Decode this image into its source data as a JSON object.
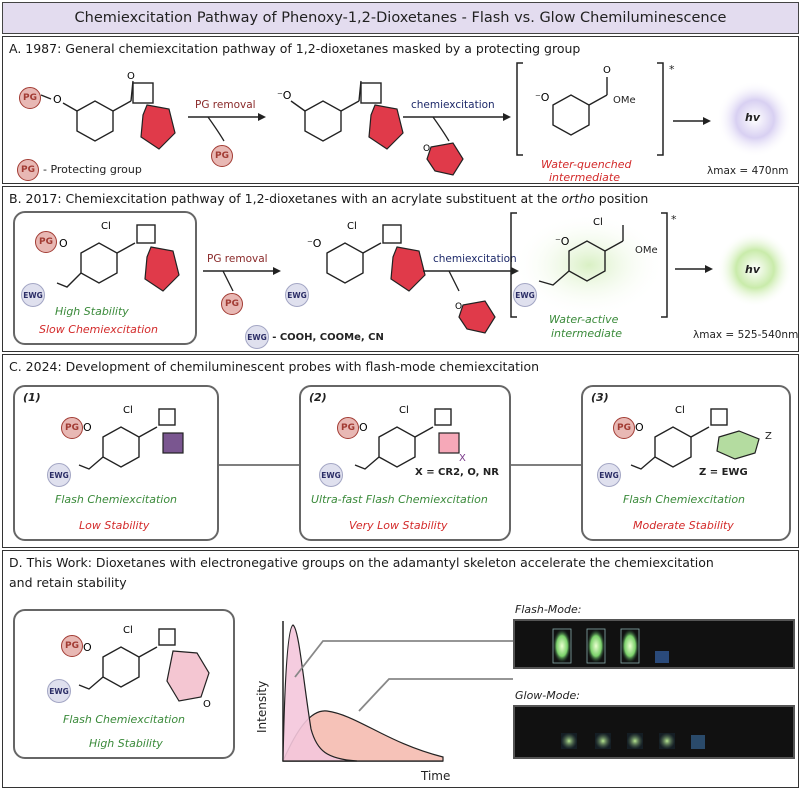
{
  "title": "Chemiexcitation Pathway of Phenoxy-1,2-Dioxetanes - Flash vs. Glow Chemiluminescence",
  "panelA": {
    "heading": "A. 1987: General chemiexcitation pathway of 1,2-dioxetanes masked by a protecting group",
    "pg": "PG",
    "pg_removal": "PG removal",
    "chemiexcitation": "chemiexcitation",
    "protecting_group_note": "- Protecting group",
    "ome": "OMe",
    "water_quenched": "Water-quenched",
    "intermediate": "intermediate",
    "hv": "hv",
    "lambda": "λmax = 470nm",
    "star": "*"
  },
  "panelB": {
    "heading_pre": "B. 2017: Chemiexcitation pathway of 1,2-dioxetanes with an acrylate substituent at the ",
    "heading_ortho": "ortho",
    "heading_post": " position",
    "pg": "PG",
    "ewg": "EWG",
    "cl": "Cl",
    "high_stability": "High Stability",
    "slow_chemiexcitation": "Slow Chemiexcitation",
    "pg_removal": "PG removal",
    "chemiexcitation": "chemiexcitation",
    "ewg_note": "- COOH, COOMe, CN",
    "ome": "OMe",
    "water_active": "Water-active",
    "intermediate": "intermediate",
    "hv": "hv",
    "lambda": "λmax = 525-540nm",
    "star": "*"
  },
  "panelC": {
    "heading": "C. 2024: Development of chemiluminescent probes with flash-mode chemiexcitation",
    "probes": [
      {
        "num": "(1)",
        "line1": "Flash Chemiexcitation",
        "line2": "Low Stability",
        "note": ""
      },
      {
        "num": "(2)",
        "line1": "Ultra-fast Flash Chemiexcitation",
        "line2": "Very Low Stability",
        "note": "X = CR2, O, NR"
      },
      {
        "num": "(3)",
        "line1": "Flash Chemiexcitation",
        "line2": "Moderate Stability",
        "note": "Z = EWG"
      }
    ],
    "pg": "PG",
    "ewg": "EWG",
    "cl": "Cl",
    "x": "X",
    "z": "Z"
  },
  "panelD": {
    "heading_line1": "D. This Work: Dioxetanes with electronegative groups on the adamantyl skeleton accelerate the chemiexcitation",
    "heading_line2": "and retain stability",
    "pg": "PG",
    "ewg": "EWG",
    "cl": "Cl",
    "flash": "Flash Chemiexcitation",
    "high_stability": "High Stability",
    "intensity": "Intensity",
    "time": "Time",
    "flash_mode": "Flash-Mode:",
    "glow_mode": "Glow-Mode:"
  },
  "colors": {
    "title_bg": "#e3dcef",
    "green": "#3a8a3a",
    "red": "#d32a2a",
    "pg_fill": "#e8b8b4",
    "ewg_fill": "#dfe0ee",
    "adamantane": "#e03a4a",
    "flash_curve": "#f4c6dc",
    "glow_curve": "#f6c2b8"
  }
}
